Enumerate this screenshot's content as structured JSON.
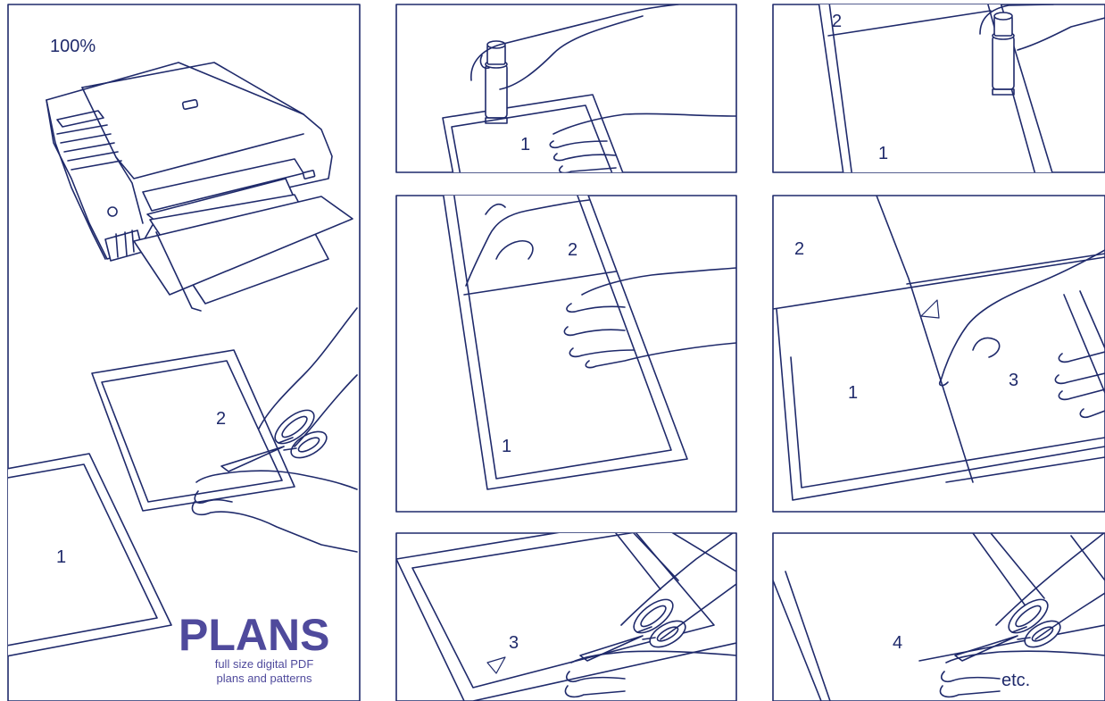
{
  "scale_label": "100%",
  "brand": {
    "title": "PLANS",
    "tagline_line1": "full size digital PDF",
    "tagline_line2": "plans and patterns"
  },
  "steps": {
    "page1_label": "1",
    "page2_label": "2",
    "page3_label": "3",
    "page4_label": "4",
    "continue_label": "etc."
  },
  "colors": {
    "line": "#1f2a6b",
    "brand": "#4f4a9c",
    "background": "#ffffff"
  }
}
